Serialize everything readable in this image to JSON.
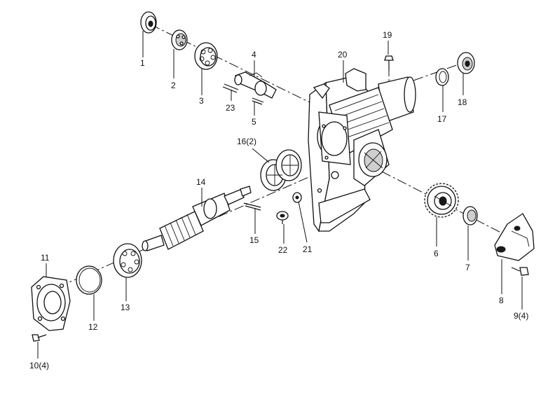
{
  "callouts": [
    {
      "id": "c1",
      "text": "1"
    },
    {
      "id": "c2",
      "text": "2"
    },
    {
      "id": "c3",
      "text": "3"
    },
    {
      "id": "c4",
      "text": "4"
    },
    {
      "id": "c5",
      "text": "5"
    },
    {
      "id": "c6",
      "text": "6"
    },
    {
      "id": "c7",
      "text": "7"
    },
    {
      "id": "c8",
      "text": "8"
    },
    {
      "id": "c9",
      "text": "9(4)"
    },
    {
      "id": "c10",
      "text": "10(4)"
    },
    {
      "id": "c11",
      "text": "11"
    },
    {
      "id": "c12",
      "text": "12"
    },
    {
      "id": "c13",
      "text": "13"
    },
    {
      "id": "c14",
      "text": "14"
    },
    {
      "id": "c15",
      "text": "15"
    },
    {
      "id": "c16",
      "text": "16(2)"
    },
    {
      "id": "c17",
      "text": "17"
    },
    {
      "id": "c18",
      "text": "18"
    },
    {
      "id": "c19",
      "text": "19"
    },
    {
      "id": "c20",
      "text": "20"
    },
    {
      "id": "c21",
      "text": "21"
    },
    {
      "id": "c22",
      "text": "22"
    },
    {
      "id": "c23",
      "text": "23"
    }
  ]
}
